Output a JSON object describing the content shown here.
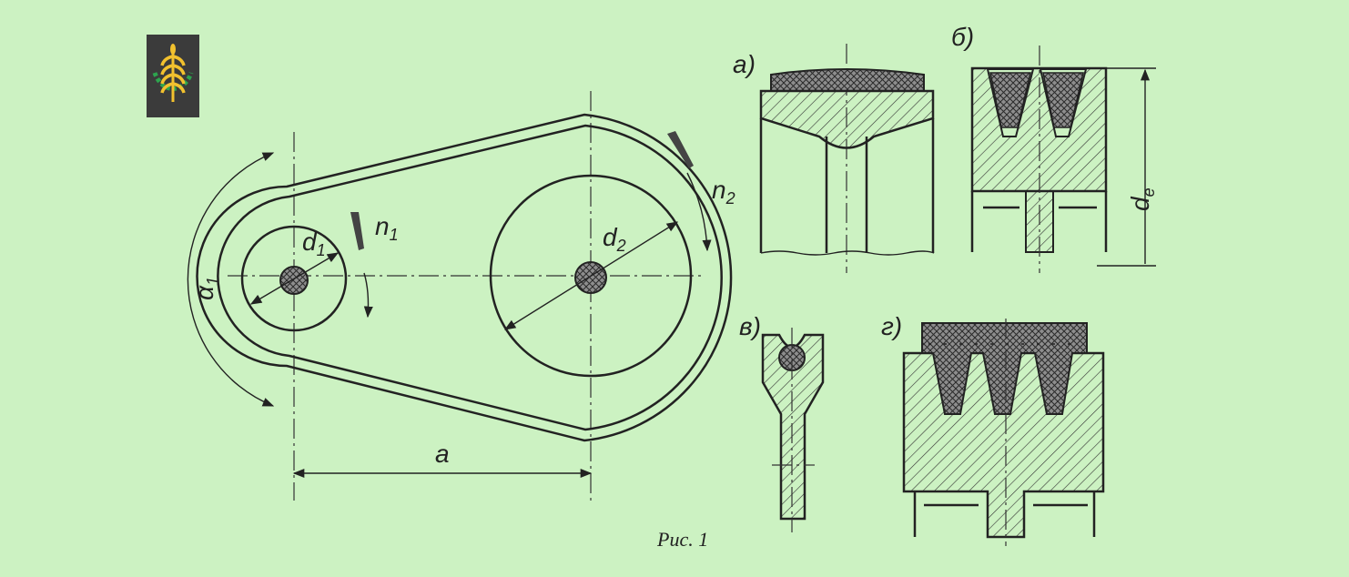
{
  "labels": {
    "alpha": "α",
    "alpha_sub": "1",
    "d1": "d",
    "d1_sub": "1",
    "d2": "d",
    "d2_sub": "2",
    "n1": "n",
    "n1_sub": "1",
    "n2": "n",
    "n2_sub": "2",
    "a": "a",
    "de": "d",
    "de_sub": "e"
  },
  "panels": {
    "a": "а)",
    "b": "б)",
    "v": "в)",
    "g": "г)"
  },
  "caption": "Рис. 1",
  "logo": {
    "icon": "wheat-ear-gear-icon"
  },
  "colors": {
    "background": "#ccf2c2",
    "line": "#222222",
    "logo_bg": "#3b3b3b",
    "logo_wheat": "#f2c12e",
    "logo_gear": "#2da44e"
  }
}
